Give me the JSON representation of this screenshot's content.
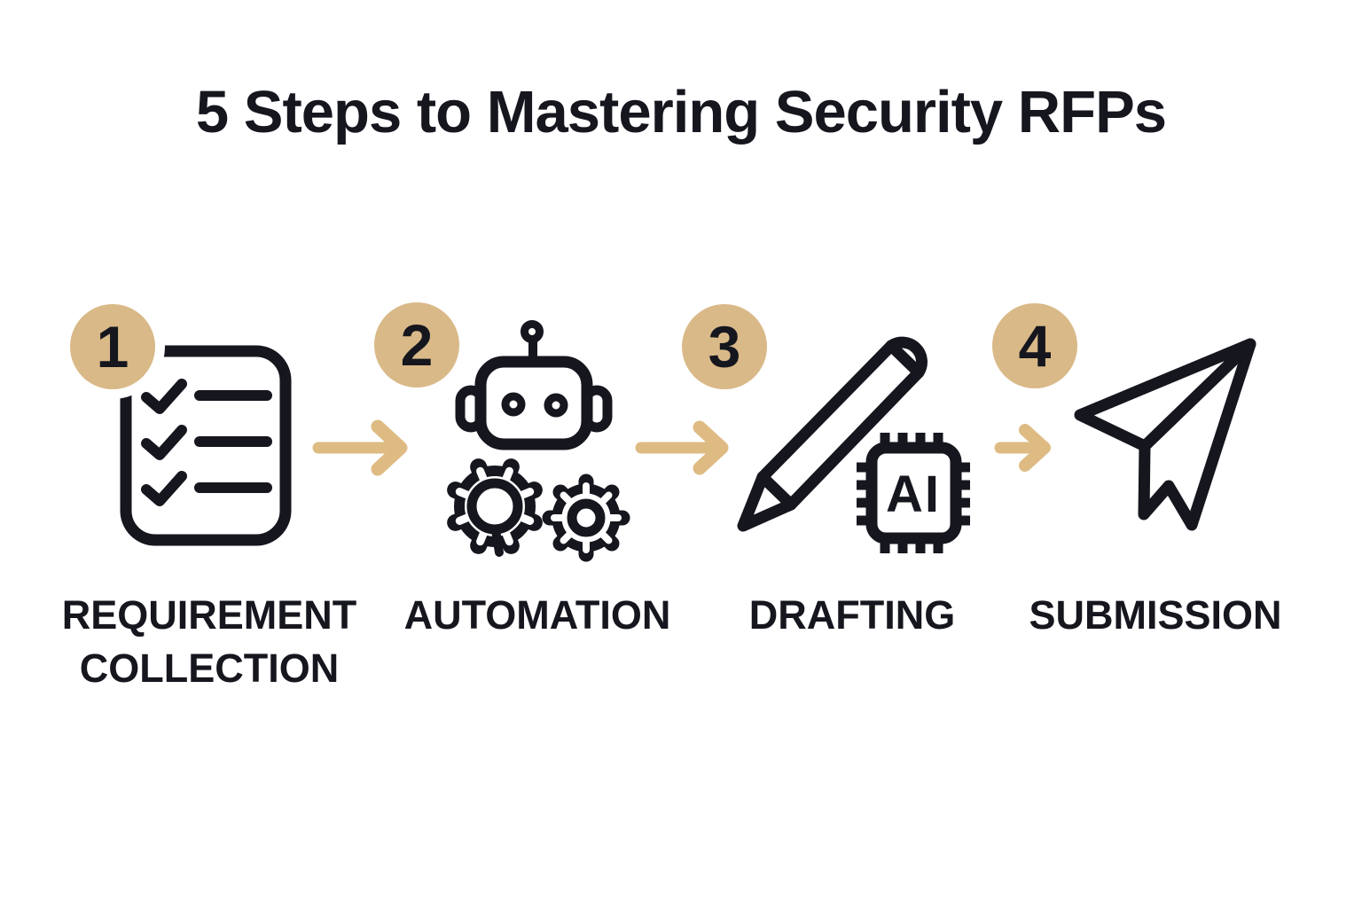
{
  "title": "5 Steps to Mastering Security RFPs",
  "colors": {
    "ink": "#15161E",
    "badge_tan": "#D9B988",
    "arrow_tan": "#DEBB83",
    "background": "#FFFFFF"
  },
  "steps": [
    {
      "number": "1",
      "label_lines": [
        "REQUIREMENT",
        "COLLECTION"
      ],
      "icon": "checklist-icon"
    },
    {
      "number": "2",
      "label_lines": [
        "AUTOMATION"
      ],
      "icon": "robot-gears-icon"
    },
    {
      "number": "3",
      "label_lines": [
        "DRAFTING"
      ],
      "icon": "pencil-ai-chip-icon",
      "chip_text": "AI"
    },
    {
      "number": "4",
      "label_lines": [
        "SUBMISSION"
      ],
      "icon": "paper-plane-icon"
    }
  ]
}
